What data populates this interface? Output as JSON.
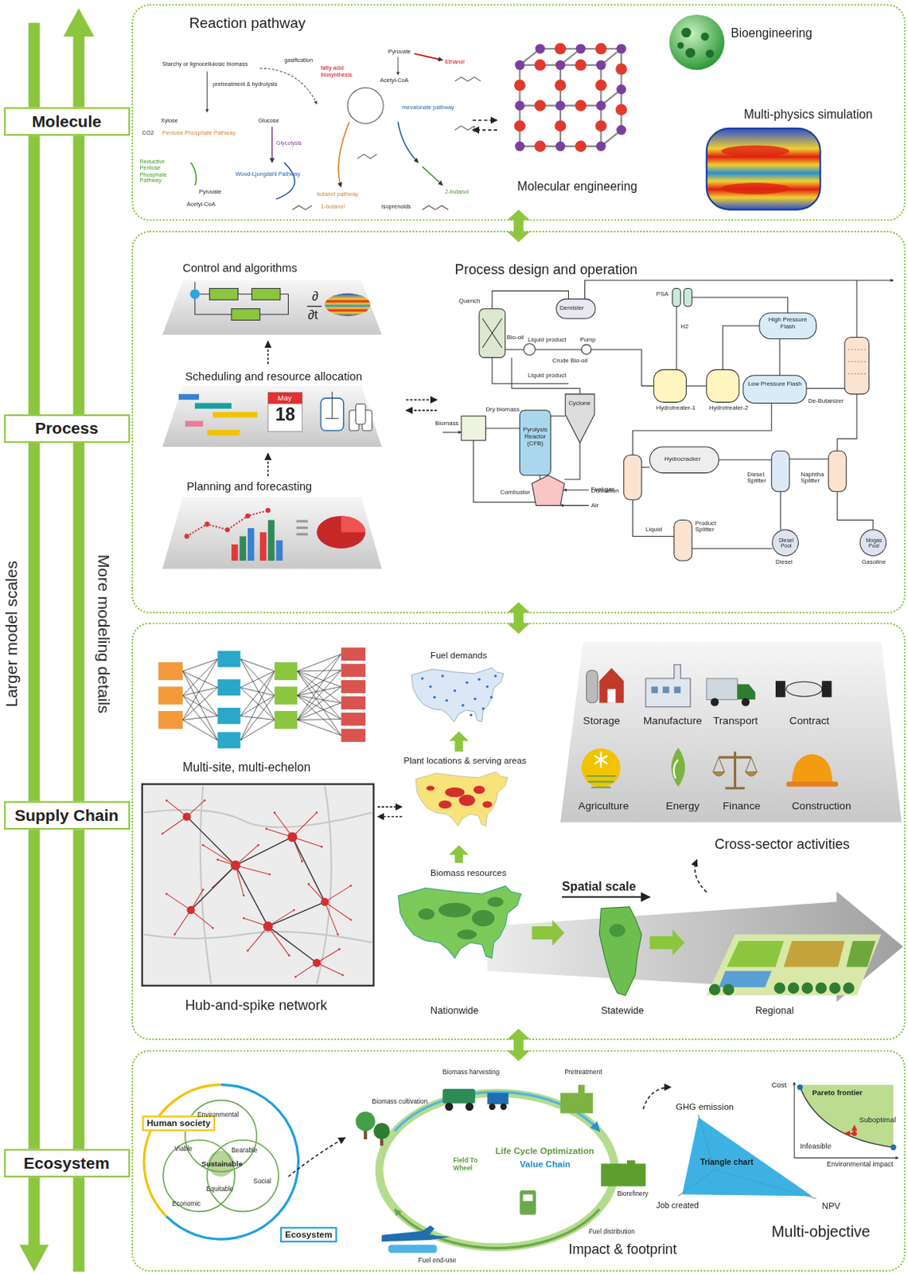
{
  "diagram": {
    "nodes": [
      {
        "text": [
          "Molecule"
        ]
      },
      {
        "text": [
          "Process"
        ]
      },
      {
        "text": [
          "Supply Chain"
        ]
      },
      {
        "text": [
          "Ecosystem"
        ]
      },
      {
        "text": [
          "Reaction pathway",
          "Bioengineering",
          "Multi-physics simulation",
          "Molecular engineering"
        ]
      },
      {
        "text": [
          "Control and algorithms",
          "Process design and operation",
          "Scheduling and resource allocation",
          "Planning and forecasting"
        ]
      },
      {
        "text": [
          "Multi-site, multi-echelon",
          "Cross-sector activities",
          "Hub-and-spike network"
        ]
      },
      {
        "text": [
          "Impact & footprint",
          "Multi-objective"
        ]
      },
      {
        "text": [
          "Human society"
        ],
        "in": 7
      },
      {
        "text": [
          "Ecosystem"
        ],
        "in": 7
      }
    ],
    "edges": [
      {
        "from": 4,
        "to": 5,
        "arrow": "both"
      },
      {
        "from": 5,
        "to": 6,
        "arrow": "both"
      },
      {
        "from": 6,
        "to": 7,
        "arrow": "both"
      }
    ],
    "labels": [
      "Larger model scales",
      "More modeling details",
      "Starchy or lignocellulosic biomass",
      "pretreatment & hydrolysis",
      "gasification",
      "Xylose",
      "Glucose",
      "Pentose Phosphate Pathway",
      "Glycolysis",
      "Reductive Pentose Phosphate Pathway",
      "Wood-Ljungdahl Pathway",
      "Pyruvate",
      "Acetyl-CoA",
      "Ethanol",
      "fatty acid biosynthesis",
      "mevalonate pathway",
      "butanol pathway",
      "isoprenoids",
      "2-butanol",
      "1-butanol",
      "CO2",
      "Acetyl-CoA",
      "Pyruvate",
      "May",
      "18",
      "∂",
      "∂t",
      "Quench",
      "Demister",
      "Bio-oil",
      "Liquid product",
      "Liquid product",
      "Crude Bio-oil",
      "Pump",
      "PSA",
      "H2",
      "High Pressure Flash",
      "Hydrotreater-1",
      "Hydrotreater-2",
      "Low Pressure Flash",
      "De-Butanizer",
      "Biomass",
      "Dry biomass",
      "Pyrolysis Reactor (CFB)",
      "Cyclone",
      "Combustor",
      "Fuel gas",
      "Air",
      "Hydrocracker",
      "Distillation",
      "Diesel Splitter",
      "Naphtha Splitter",
      "Liquid",
      "Product Splitter",
      "Diesel Pool",
      "Diesel",
      "Mogas Pool",
      "Gasoline",
      "Fuel demands",
      "Plant locations & serving areas",
      "Biomass resources",
      "Spatial scale",
      "Nationwide",
      "Statewide",
      "Regional",
      "Storage",
      "Manufacture",
      "Transport",
      "Contract",
      "Agriculture",
      "Energy",
      "Finance",
      "Construction",
      "Environmental",
      "Bearable",
      "Viable",
      "Sustainable",
      "Social",
      "Equitable",
      "Economic",
      "Biomass cultivation",
      "Biomass harvesting",
      "Pretreatment",
      "Life Cycle Optimization",
      "Value Chain",
      "Field To Wheel",
      "Biorefinery",
      "Fuel distribution",
      "Fuel end-use",
      "GHG emission",
      "Triangle chart",
      "Job created",
      "NPV",
      "Cost",
      "Pareto frontier",
      "Suboptimal",
      "Infeasible",
      "Environmental impact"
    ]
  }
}
